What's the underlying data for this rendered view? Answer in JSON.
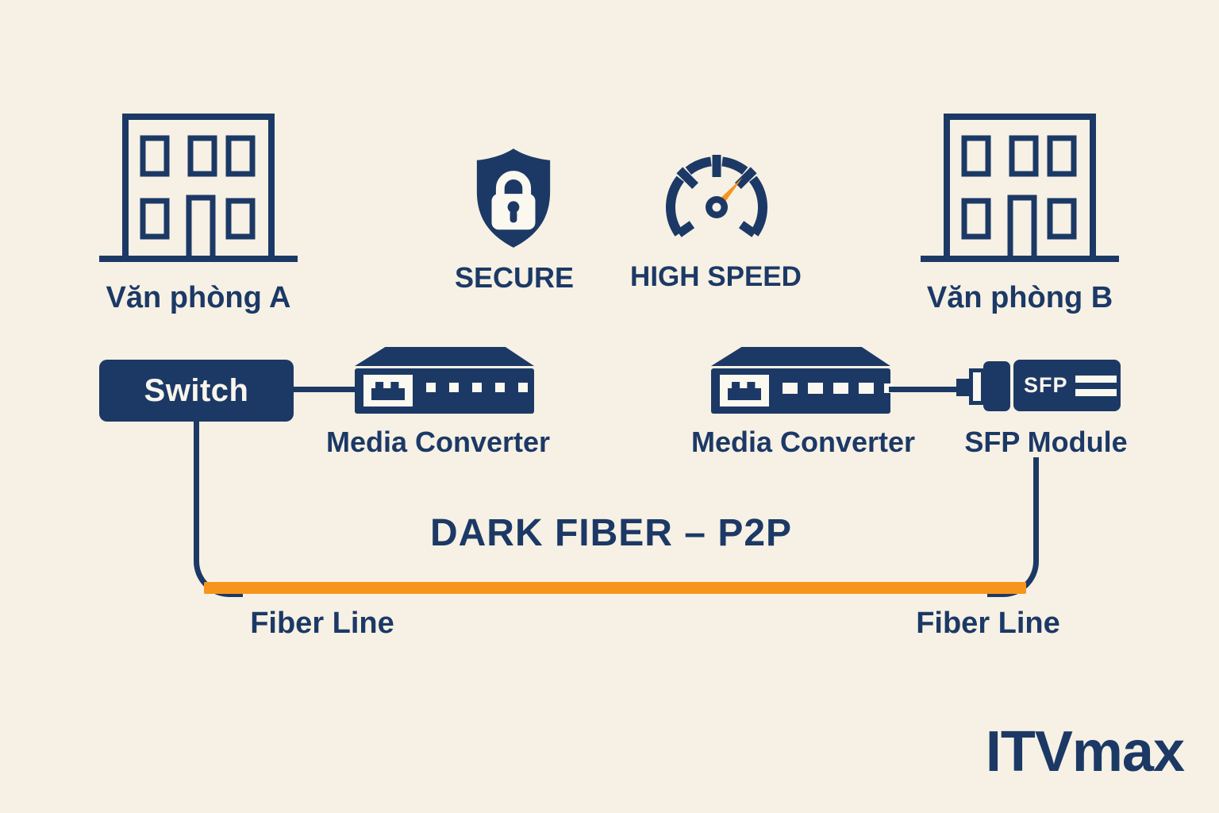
{
  "colors": {
    "navy": "#1C3966",
    "orange": "#F7941E",
    "bg": "#F6F1E4",
    "cream": "#FBF8F0",
    "white-text": "#F8F5EC"
  },
  "top_row": {
    "office_a": {
      "label": "Văn phòng A",
      "icon": "building-icon"
    },
    "secure": {
      "label": "SECURE",
      "icon": "shield-lock-icon"
    },
    "high_speed": {
      "label": "HIGH SPEED",
      "icon": "speedometer-icon"
    },
    "office_b": {
      "label": "Văn phòng B",
      "icon": "building-icon"
    }
  },
  "devices": {
    "switch": {
      "label": "Switch"
    },
    "media_converter_a": {
      "label": "Media Converter",
      "icon": "media-converter-icon"
    },
    "media_converter_b": {
      "label": "Media Converter",
      "icon": "media-converter-icon"
    },
    "sfp_module": {
      "label": "SFP Module",
      "chip_text": "SFP",
      "icon": "sfp-module-icon"
    }
  },
  "fiber": {
    "title": "DARK FIBER – P2P",
    "left_label": "Fiber Line",
    "right_label": "Fiber Line"
  },
  "branding": {
    "logo_text": "ITVmax"
  }
}
